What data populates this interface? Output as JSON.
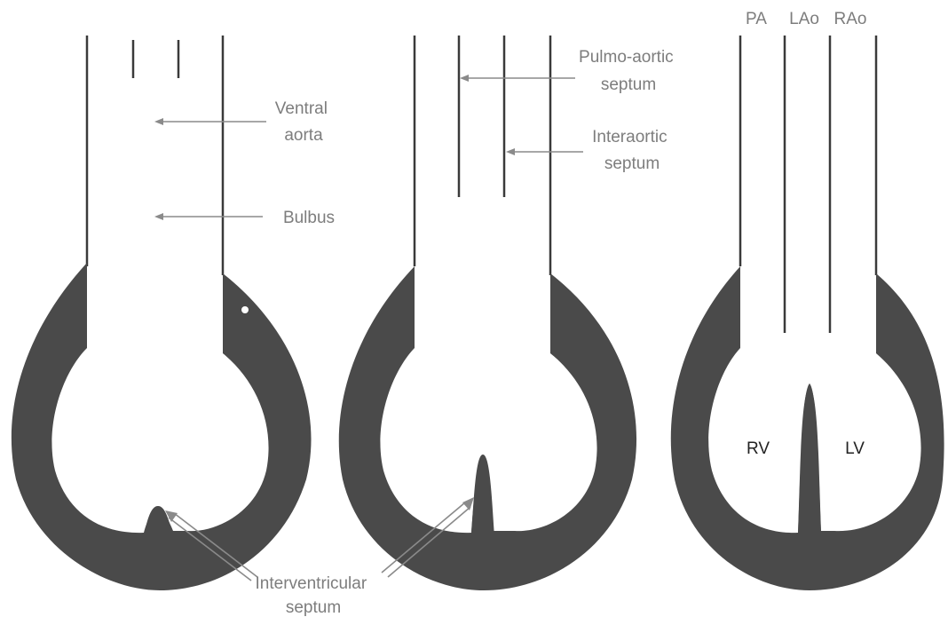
{
  "labels": {
    "ventral_aorta": [
      "Ventral",
      "aorta"
    ],
    "bulbus": "Bulbus",
    "pulmo_aortic_septum": [
      "Pulmo-aortic",
      "septum"
    ],
    "interaortic_septum": [
      "Interaortic",
      "septum"
    ],
    "interventricular_septum": [
      "Interventricular",
      "septum"
    ],
    "pa": "PA",
    "lao": "LAo",
    "rao": "RAo",
    "rv": "RV",
    "lv": "LV"
  },
  "colors": {
    "wall": "#4a4a4a",
    "outline": "#3a3a3a",
    "label_gray": "#7d7d7d",
    "label_dark": "#222222"
  }
}
